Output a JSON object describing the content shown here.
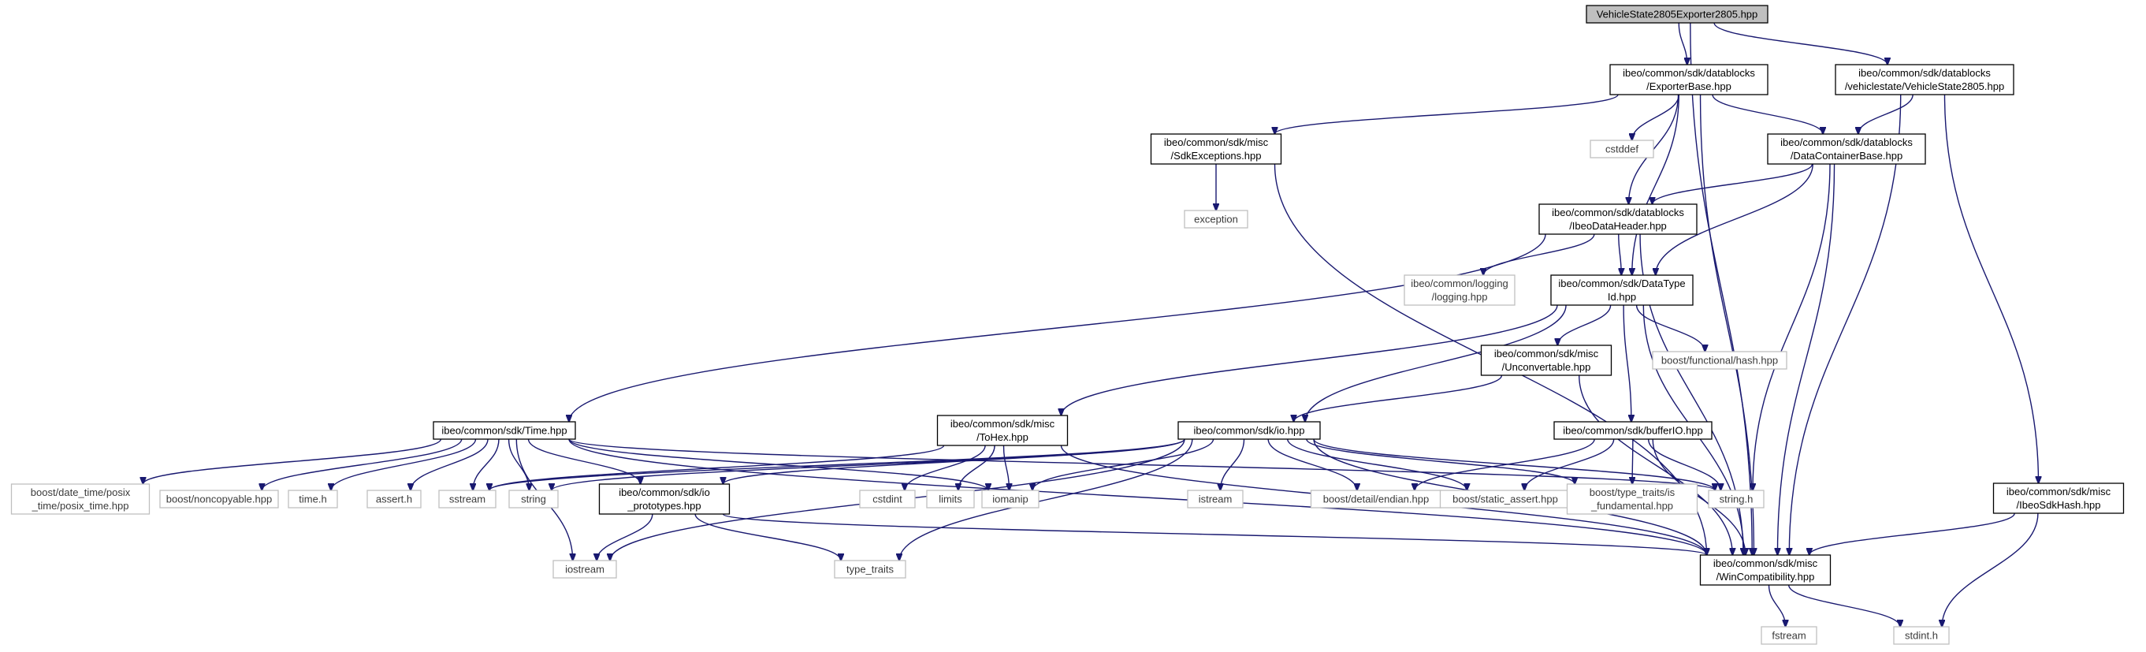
{
  "graph": {
    "title": "",
    "nodes": [
      {
        "id": "root",
        "lines": [
          "VehicleState2805Exporter2805.hpp"
        ],
        "kind": "root"
      },
      {
        "id": "exporterbase",
        "lines": [
          "ibeo/common/sdk/datablocks",
          "/ExporterBase.hpp"
        ],
        "kind": "header"
      },
      {
        "id": "vehiclestate2805",
        "lines": [
          "ibeo/common/sdk/datablocks",
          "/vehiclestate/VehicleState2805.hpp"
        ],
        "kind": "header"
      },
      {
        "id": "sdkexceptions",
        "lines": [
          "ibeo/common/sdk/misc",
          "/SdkExceptions.hpp"
        ],
        "kind": "header"
      },
      {
        "id": "cstddef",
        "lines": [
          "cstddef"
        ],
        "kind": "external"
      },
      {
        "id": "datacontainerbase",
        "lines": [
          "ibeo/common/sdk/datablocks",
          "/DataContainerBase.hpp"
        ],
        "kind": "header"
      },
      {
        "id": "exception",
        "lines": [
          "exception"
        ],
        "kind": "external"
      },
      {
        "id": "ibeodataheader",
        "lines": [
          "ibeo/common/sdk/datablocks",
          "/IbeoDataHeader.hpp"
        ],
        "kind": "header"
      },
      {
        "id": "logging",
        "lines": [
          "ibeo/common/logging",
          "/logging.hpp"
        ],
        "kind": "external"
      },
      {
        "id": "datatypeid",
        "lines": [
          "ibeo/common/sdk/DataType",
          "Id.hpp"
        ],
        "kind": "header"
      },
      {
        "id": "functionalhash",
        "lines": [
          "boost/functional/hash.hpp"
        ],
        "kind": "external"
      },
      {
        "id": "unconvertable",
        "lines": [
          "ibeo/common/sdk/misc",
          "/Unconvertable.hpp"
        ],
        "kind": "header"
      },
      {
        "id": "time",
        "lines": [
          "ibeo/common/sdk/Time.hpp"
        ],
        "kind": "header"
      },
      {
        "id": "tohex",
        "lines": [
          "ibeo/common/sdk/misc",
          "/ToHex.hpp"
        ],
        "kind": "header"
      },
      {
        "id": "io",
        "lines": [
          "ibeo/common/sdk/io.hpp"
        ],
        "kind": "header"
      },
      {
        "id": "bufferio",
        "lines": [
          "ibeo/common/sdk/bufferIO.hpp"
        ],
        "kind": "header"
      },
      {
        "id": "ibeosdkhash",
        "lines": [
          "ibeo/common/sdk/misc",
          "/IbeoSdkHash.hpp"
        ],
        "kind": "header"
      },
      {
        "id": "posix_time",
        "lines": [
          "boost/date_time/posix",
          "_time/posix_time.hpp"
        ],
        "kind": "external"
      },
      {
        "id": "noncopyable",
        "lines": [
          "boost/noncopyable.hpp"
        ],
        "kind": "external"
      },
      {
        "id": "time_h",
        "lines": [
          "time.h"
        ],
        "kind": "external"
      },
      {
        "id": "assert_h",
        "lines": [
          "assert.h"
        ],
        "kind": "external"
      },
      {
        "id": "sstream",
        "lines": [
          "sstream"
        ],
        "kind": "external"
      },
      {
        "id": "string",
        "lines": [
          "string"
        ],
        "kind": "external"
      },
      {
        "id": "io_prototypes",
        "lines": [
          "ibeo/common/sdk/io",
          "_prototypes.hpp"
        ],
        "kind": "header"
      },
      {
        "id": "cstdint",
        "lines": [
          "cstdint"
        ],
        "kind": "external"
      },
      {
        "id": "limits",
        "lines": [
          "limits"
        ],
        "kind": "external"
      },
      {
        "id": "iomanip",
        "lines": [
          "iomanip"
        ],
        "kind": "external"
      },
      {
        "id": "istream",
        "lines": [
          "istream"
        ],
        "kind": "external"
      },
      {
        "id": "endian",
        "lines": [
          "boost/detail/endian.hpp"
        ],
        "kind": "external"
      },
      {
        "id": "static_assert",
        "lines": [
          "boost/static_assert.hpp"
        ],
        "kind": "external"
      },
      {
        "id": "is_fundamental",
        "lines": [
          "boost/type_traits/is",
          "_fundamental.hpp"
        ],
        "kind": "external"
      },
      {
        "id": "string_h",
        "lines": [
          "string.h"
        ],
        "kind": "external"
      },
      {
        "id": "wincompat",
        "lines": [
          "ibeo/common/sdk/misc",
          "/WinCompatibility.hpp"
        ],
        "kind": "header"
      },
      {
        "id": "iostream",
        "lines": [
          "iostream"
        ],
        "kind": "external"
      },
      {
        "id": "type_traits",
        "lines": [
          "type_traits"
        ],
        "kind": "external"
      },
      {
        "id": "fstream",
        "lines": [
          "fstream"
        ],
        "kind": "external"
      },
      {
        "id": "stdint_h",
        "lines": [
          "stdint.h"
        ],
        "kind": "external"
      }
    ],
    "edges": [
      [
        "root",
        "exporterbase"
      ],
      [
        "root",
        "vehiclestate2805"
      ],
      [
        "root",
        "wincompat"
      ],
      [
        "exporterbase",
        "sdkexceptions"
      ],
      [
        "exporterbase",
        "cstddef"
      ],
      [
        "exporterbase",
        "datacontainerbase"
      ],
      [
        "exporterbase",
        "ibeodataheader"
      ],
      [
        "exporterbase",
        "datatypeid"
      ],
      [
        "exporterbase",
        "wincompat"
      ],
      [
        "vehiclestate2805",
        "datacontainerbase"
      ],
      [
        "vehiclestate2805",
        "wincompat"
      ],
      [
        "vehiclestate2805",
        "ibeosdkhash"
      ],
      [
        "sdkexceptions",
        "exception"
      ],
      [
        "sdkexceptions",
        "wincompat"
      ],
      [
        "datacontainerbase",
        "ibeodataheader"
      ],
      [
        "datacontainerbase",
        "datatypeid"
      ],
      [
        "datacontainerbase",
        "string_h"
      ],
      [
        "datacontainerbase",
        "wincompat"
      ],
      [
        "ibeodataheader",
        "time"
      ],
      [
        "ibeodataheader",
        "logging"
      ],
      [
        "ibeodataheader",
        "datatypeid"
      ],
      [
        "ibeodataheader",
        "wincompat"
      ],
      [
        "datatypeid",
        "tohex"
      ],
      [
        "datatypeid",
        "unconvertable"
      ],
      [
        "datatypeid",
        "io"
      ],
      [
        "datatypeid",
        "functionalhash"
      ],
      [
        "datatypeid",
        "bufferio"
      ],
      [
        "datatypeid",
        "wincompat"
      ],
      [
        "unconvertable",
        "io"
      ],
      [
        "unconvertable",
        "wincompat"
      ],
      [
        "time",
        "iostream"
      ],
      [
        "time",
        "posix_time"
      ],
      [
        "time",
        "noncopyable"
      ],
      [
        "time",
        "time_h"
      ],
      [
        "time",
        "assert_h"
      ],
      [
        "time",
        "sstream"
      ],
      [
        "time",
        "string"
      ],
      [
        "time",
        "io_prototypes"
      ],
      [
        "time",
        "iomanip"
      ],
      [
        "time",
        "string_h"
      ],
      [
        "time",
        "wincompat"
      ],
      [
        "tohex",
        "sstream"
      ],
      [
        "tohex",
        "cstdint"
      ],
      [
        "tohex",
        "limits"
      ],
      [
        "tohex",
        "iomanip"
      ],
      [
        "tohex",
        "wincompat"
      ],
      [
        "io",
        "sstream"
      ],
      [
        "io",
        "string"
      ],
      [
        "io",
        "io_prototypes"
      ],
      [
        "io",
        "iostream"
      ],
      [
        "io",
        "iomanip"
      ],
      [
        "io",
        "istream"
      ],
      [
        "io",
        "endian"
      ],
      [
        "io",
        "static_assert"
      ],
      [
        "io",
        "is_fundamental"
      ],
      [
        "io",
        "string_h"
      ],
      [
        "io",
        "type_traits"
      ],
      [
        "io",
        "wincompat"
      ],
      [
        "bufferio",
        "endian"
      ],
      [
        "bufferio",
        "static_assert"
      ],
      [
        "bufferio",
        "is_fundamental"
      ],
      [
        "bufferio",
        "string_h"
      ],
      [
        "bufferio",
        "wincompat"
      ],
      [
        "io_prototypes",
        "iostream"
      ],
      [
        "io_prototypes",
        "type_traits"
      ],
      [
        "io_prototypes",
        "wincompat"
      ],
      [
        "ibeosdkhash",
        "wincompat"
      ],
      [
        "ibeosdkhash",
        "stdint_h"
      ],
      [
        "wincompat",
        "fstream"
      ],
      [
        "wincompat",
        "stdint_h"
      ]
    ]
  }
}
